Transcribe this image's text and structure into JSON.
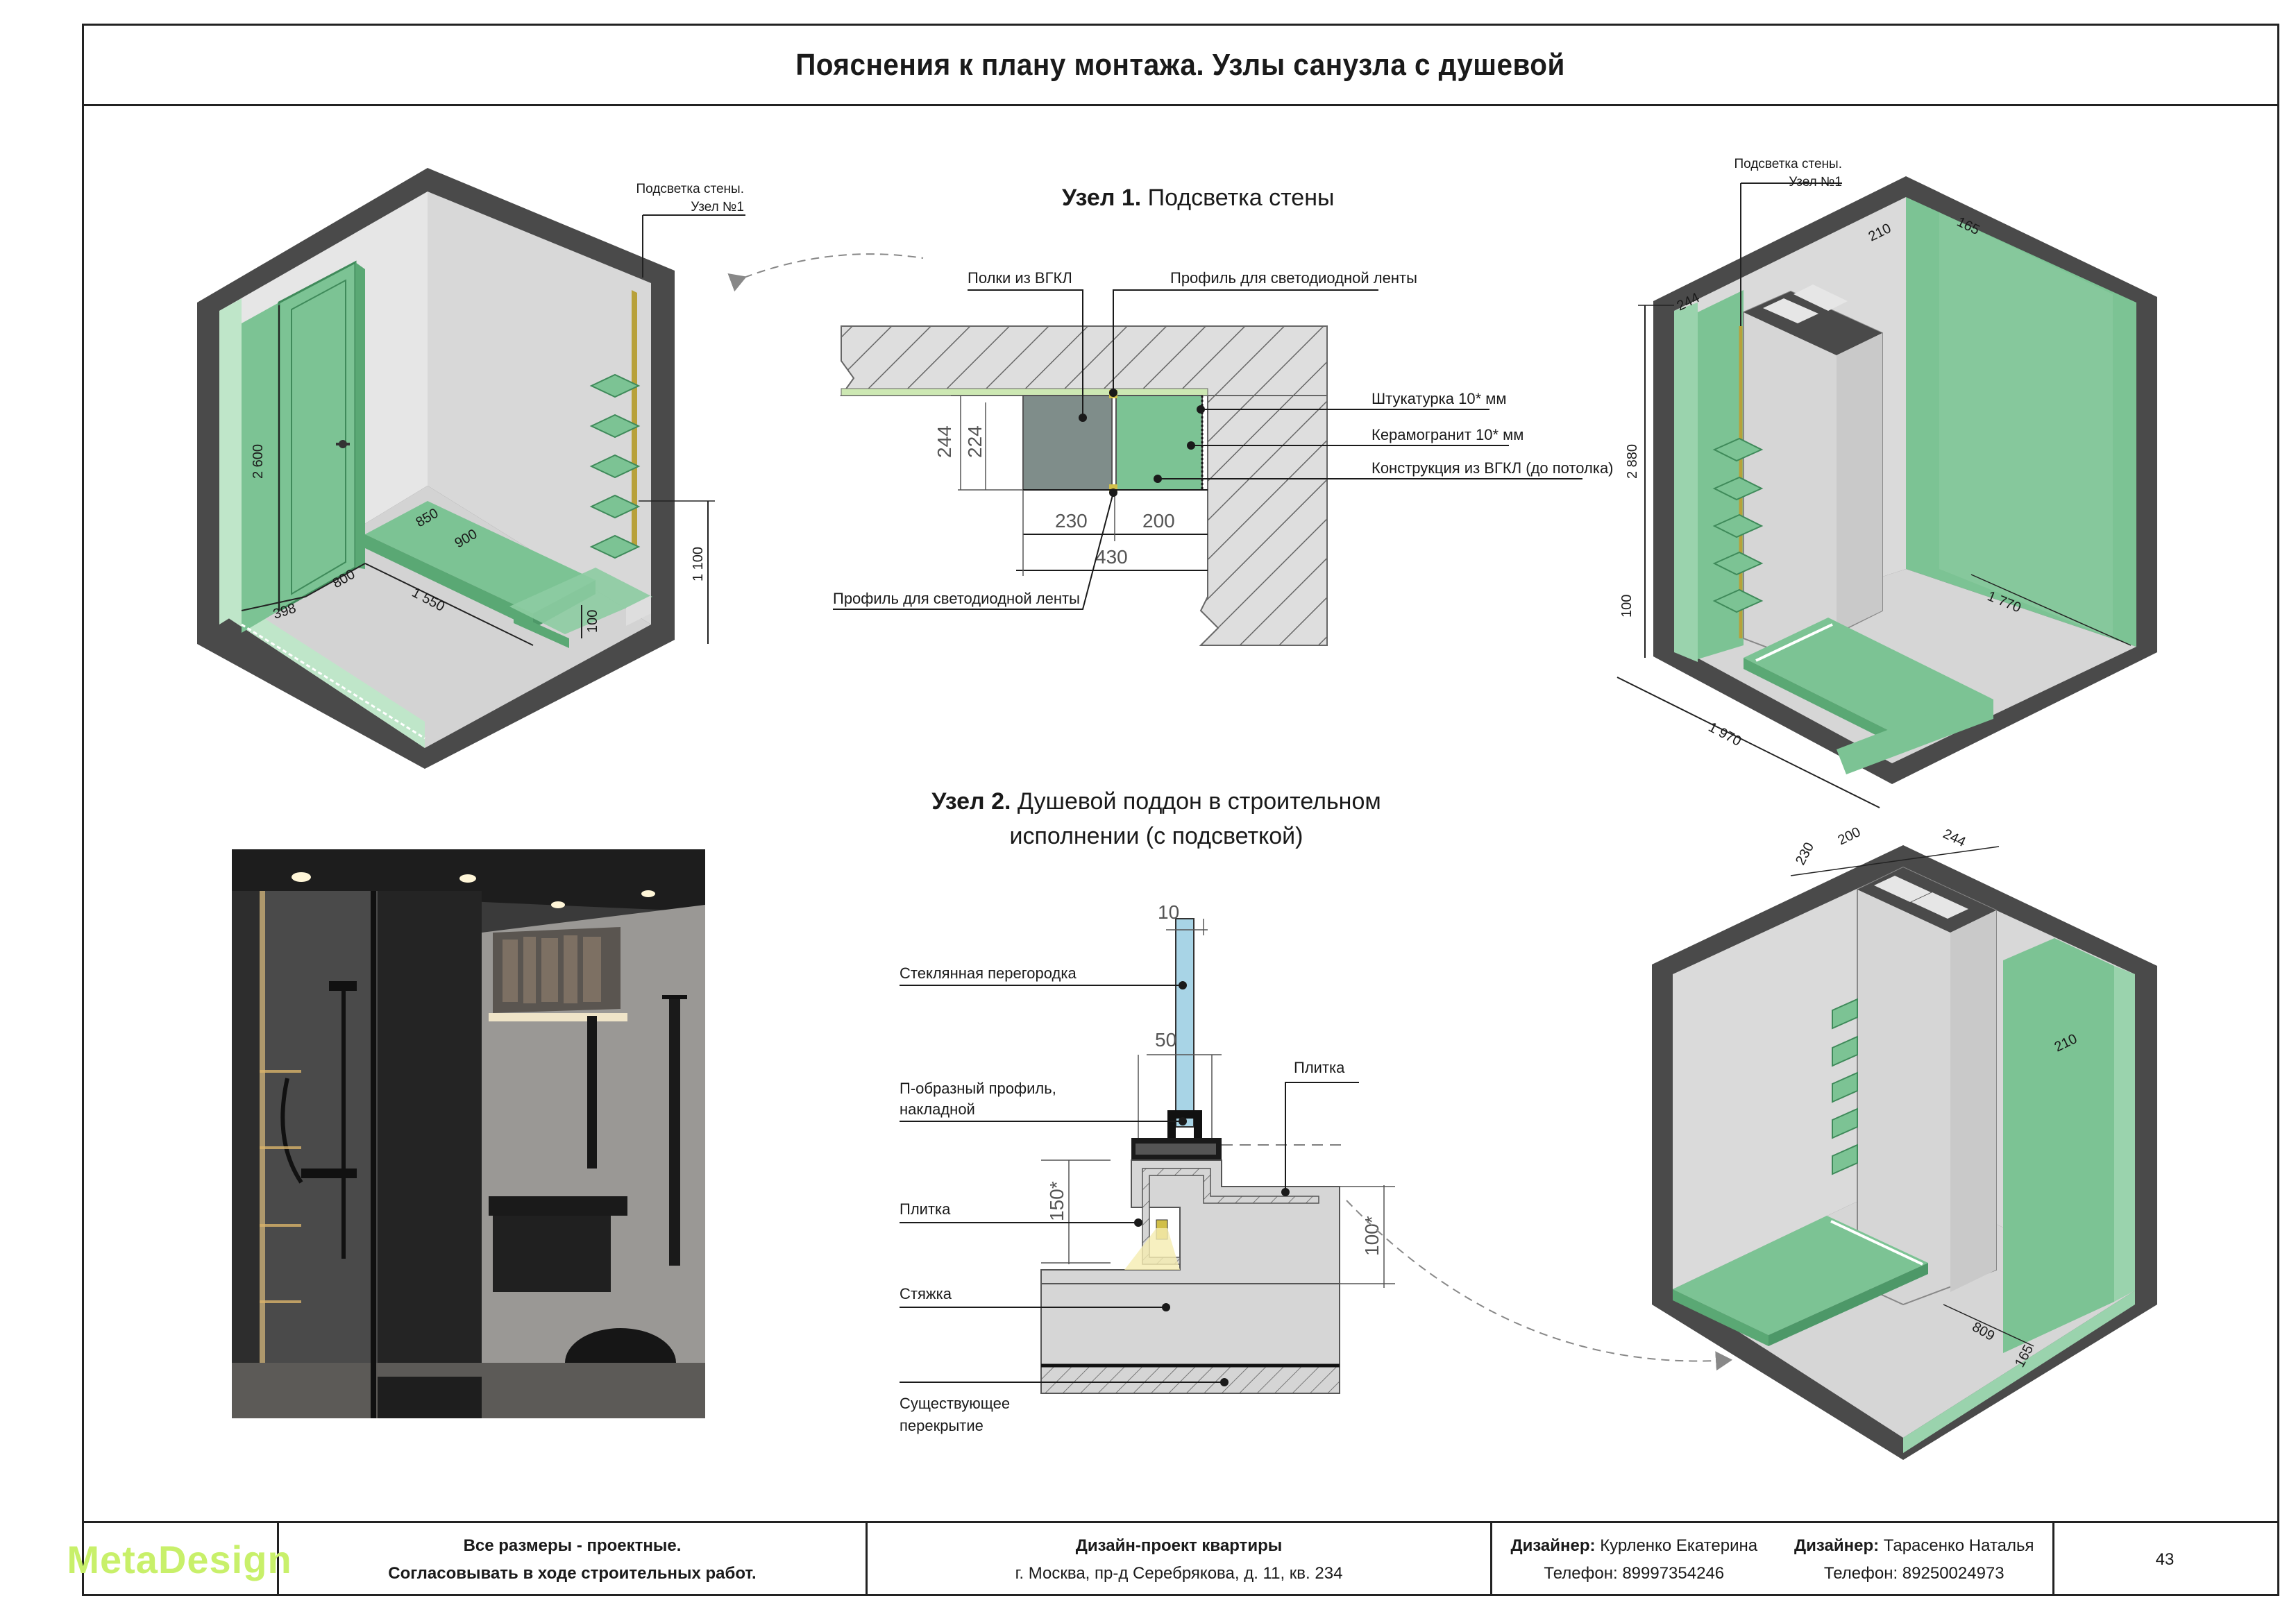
{
  "title": "Пояснения к плану монтажа. Узлы санузла с душевой",
  "node1": {
    "head_bold": "Узел 1.",
    "head_text": " Подсветка стены",
    "labels": {
      "shelves": "Полки из ВГКЛ",
      "profile_top": "Профиль для светодиодной ленты",
      "plaster": "Штукатурка 10* мм",
      "porcelain": "Керамогранит 10* мм",
      "construction": "Конструкция из ВГКЛ (до потолка)",
      "profile_bottom": "Профиль для светодиодной ленты"
    },
    "dims": {
      "d244": "244",
      "d224": "224",
      "d230": "230",
      "d200": "200",
      "d430": "430"
    }
  },
  "node2": {
    "head_bold": "Узел 2.",
    "head_line1": " Душевой поддон в строительном",
    "head_line2": "исполнении (с подсветкой)",
    "labels": {
      "glass": "Стеклянная перегородка",
      "profile_line1": "П-образный профиль,",
      "profile_line2": "накладной",
      "tile_left": "Плитка",
      "tile_right": "Плитка",
      "screed": "Стяжка",
      "slab_line1": "Существующее",
      "slab_line2": "перекрытие"
    },
    "dims": {
      "d10": "10",
      "d50": "50",
      "d150": "150*",
      "d100": "100*"
    }
  },
  "iso_left": {
    "callout_line1": "Подсветка стены.",
    "callout_line2": "Узел №1",
    "dims": {
      "h2600": "2 600",
      "d850": "850",
      "d900": "900",
      "d800": "800",
      "d398": "398",
      "d1550": "1 550",
      "d100": "100",
      "h1100": "1 100"
    }
  },
  "iso_right_top": {
    "callout_line1": "Подсветка стены.",
    "callout_line2": "Узел №1",
    "dims": {
      "d244": "244",
      "d210": "210",
      "d165": "165",
      "h2880": "2 880",
      "d100": "100",
      "d1770": "1 770",
      "d1970": "1 970"
    }
  },
  "iso_right_bottom": {
    "dims": {
      "d230": "230",
      "d200": "200",
      "d244": "244",
      "d210": "210",
      "d809": "809",
      "d165": "165"
    }
  },
  "colors": {
    "green": "#7cc394",
    "green_dark": "#5aa874",
    "wall": "#dcdcdc",
    "wall_dark": "#4a4a4a",
    "accent_logo": "#c8f06a"
  },
  "footer": {
    "logo": "MetaDesign",
    "note_line1": "Все размеры - проектные.",
    "note_line2": "Согласовывать в ходе строительных работ.",
    "project_title": "Дизайн-проект квартиры",
    "project_address": "г. Москва, пр-д Серебрякова, д. 11, кв. 234",
    "designer1_label": "Дизайнер:",
    "designer1_name": " Курленко Екатерина",
    "designer1_phone": "Телефон: 89997354246",
    "designer2_label": "Дизайнер:",
    "designer2_name": " Тарасенко Наталья",
    "designer2_phone": "Телефон: 89250024973",
    "page": "43"
  }
}
